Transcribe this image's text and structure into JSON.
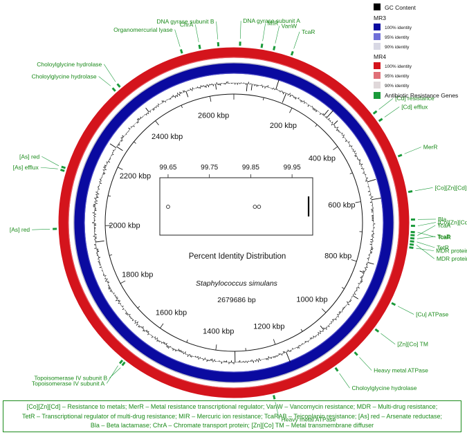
{
  "genome": {
    "organism": "Staphylococcus simulans",
    "size_label": "2679686 bp",
    "total_bp": 2679686
  },
  "kbp_ticks": [
    "200 kbp",
    "400 kbp",
    "600 kbp",
    "800 kbp",
    "1000 kbp",
    "1200 kbp",
    "1400 kbp",
    "1600 kbp",
    "1800 kbp",
    "2000 kbp",
    "2200 kbp",
    "2400 kbp",
    "2600 kbp"
  ],
  "legend": {
    "gc_label": "GC Content",
    "groups": [
      {
        "title": "MR3",
        "items": [
          {
            "label": "100% identity",
            "color": "#0a0aa0"
          },
          {
            "label": "95% identity",
            "color": "#7070d8"
          },
          {
            "label": "90% identity",
            "color": "#d8d8e4"
          }
        ]
      },
      {
        "title": "MR4",
        "items": [
          {
            "label": "100% identity",
            "color": "#d4141c"
          },
          {
            "label": "95% identity",
            "color": "#e07078"
          },
          {
            "label": "90% identity",
            "color": "#e0d8da"
          }
        ]
      }
    ],
    "arg_label": "Antibiotic Resistance Genes",
    "arg_color": "#1a9a3a",
    "gc_color": "#000000"
  },
  "boxplot": {
    "title": "Percent Identity Distribution",
    "ticks": [
      "99.65",
      "99.75",
      "99.85",
      "99.95"
    ],
    "tick_values": [
      99.65,
      99.75,
      99.85,
      99.95
    ],
    "axis_range": [
      99.63,
      100.0
    ],
    "outliers": [
      99.65,
      99.86,
      99.87
    ],
    "box_value": 99.99
  },
  "genes": [
    {
      "label": "DNA gyrase subunit B",
      "angle": 355
    },
    {
      "label": "DNA gyrase subunit A",
      "angle": 2
    },
    {
      "label": "ChrA",
      "angle": 349
    },
    {
      "label": "MIR",
      "angle": 9
    },
    {
      "label": "Organomercurial lyase",
      "angle": 343
    },
    {
      "label": "VanW",
      "angle": 13
    },
    {
      "label": "TcaR",
      "angle": 19
    },
    {
      "label": "Choloylglycine hydrolase",
      "angle": 320
    },
    {
      "label": "Choloylglycine hydrolase",
      "angle": 318
    },
    {
      "label": "[Cd] resistance",
      "angle": 52
    },
    {
      "label": "[Cd] efflux",
      "angle": 55
    },
    {
      "label": "MerR",
      "angle": 68
    },
    {
      "label": "[Co][Zn][Cd]",
      "angle": 80
    },
    {
      "label": "Bla",
      "angle": 89
    },
    {
      "label": "[Co][Zn][Cd]",
      "angle": 91
    },
    {
      "label": "TcaR",
      "angle": 93
    },
    {
      "label": "TcaA",
      "angle": 94
    },
    {
      "label": "TcaB",
      "angle": 95
    },
    {
      "label": "TetR",
      "angle": 96
    },
    {
      "label": "MDR protein",
      "angle": 97
    },
    {
      "label": "MDR protein",
      "angle": 98
    },
    {
      "label": "[Cu] ATPase",
      "angle": 117
    },
    {
      "label": "[Zn][Co] TM",
      "angle": 127
    },
    {
      "label": "Heavy metal ATPase",
      "angle": 137
    },
    {
      "label": "Choloylglycine hydrolase",
      "angle": 145
    },
    {
      "label": "Heavy metal ATPase",
      "angle": 167
    },
    {
      "label": "Topoisomerase IV subunit B",
      "angle": 218
    },
    {
      "label": "Topoisomerase IV subunit A",
      "angle": 219
    },
    {
      "label": "[As] red",
      "angle": 268
    },
    {
      "label": "[As] red",
      "angle": 288
    },
    {
      "label": "[As] efflux",
      "angle": 287
    }
  ],
  "footer": {
    "line1": "[Co][Zn][Cd] – Resistance to metals;  MerR – Metal resistance transcriptional regulator;  VanW – Vancomycin resistance;  MDR – Multi-drug resistance;",
    "line2": "TetR – Transcriptional regulator of multi-drug resistance;  MIR – Mercuric ion resistance;  TcaRAB – Teicoplanin resistance;  [As] red – Arsenate reductase;",
    "line3": "Bla – Beta lactamase; ChrA – Chromate transport protein; [Zn][Co] TM – Metal transmembrane diffuser"
  }
}
